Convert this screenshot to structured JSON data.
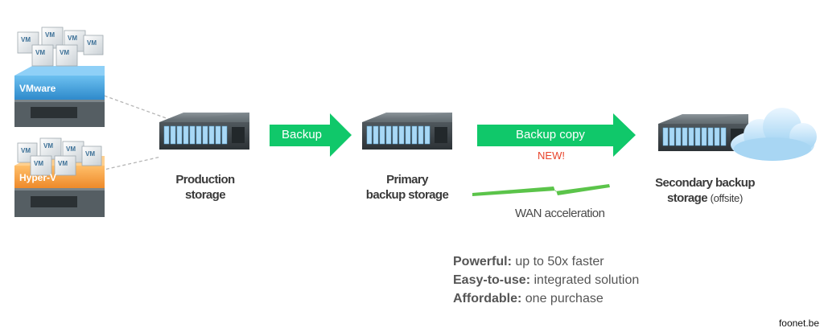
{
  "hosts": {
    "vmware": {
      "label": "VMware",
      "vm_label": "VM",
      "color": "#3f9bd7"
    },
    "hyperv": {
      "label": "Hyper-V",
      "vm_label": "VM",
      "color": "#f39a3c"
    }
  },
  "nodes": {
    "production": {
      "line1": "Production",
      "line2": "storage"
    },
    "primary": {
      "line1": "Primary",
      "line2": "backup storage"
    },
    "secondary": {
      "line1": "Secondary backup",
      "line2": "storage",
      "line2_suffix": "(offsite)"
    }
  },
  "arrows": {
    "backup": "Backup",
    "backup_copy": "Backup copy",
    "new_badge": "NEW!"
  },
  "wan": {
    "label": "WAN acceleration",
    "color": "#5bc44a"
  },
  "features": [
    {
      "title": "Powerful:",
      "text": "up to 50x faster"
    },
    {
      "title": "Easy-to-use:",
      "text": "integrated solution"
    },
    {
      "title": "Affordable:",
      "text": "one purchase"
    }
  ],
  "watermark": "foonet.be",
  "colors": {
    "arrow_green": "#10c86a",
    "new_red": "#e8432a",
    "server_dark": "#3d4448"
  }
}
